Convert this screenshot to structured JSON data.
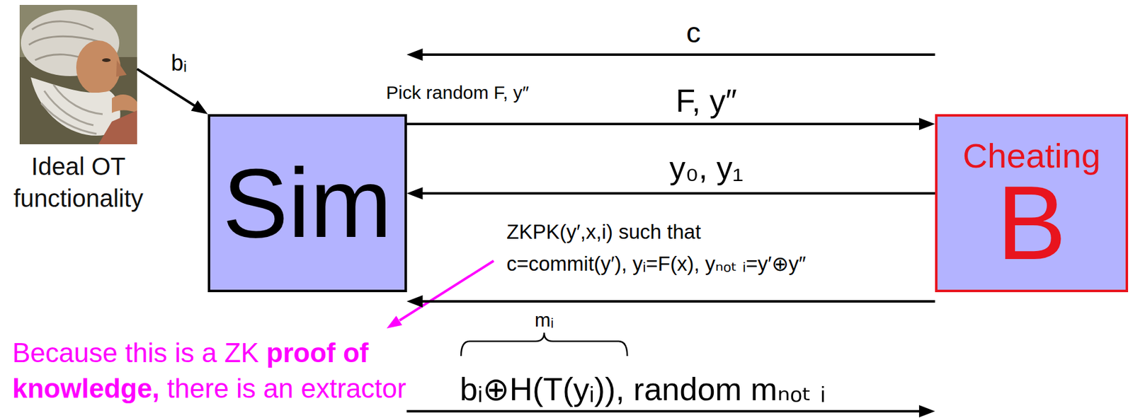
{
  "diagram": {
    "nodes": [
      {
        "text": [
          "Ideal OT functionality"
        ]
      },
      {
        "text": [
          "Sim"
        ]
      },
      {
        "text": [
          "Cheating",
          "B"
        ]
      }
    ],
    "edges": [
      {
        "from": 0,
        "to": 1,
        "arrow": "to",
        "label": "bᵢ"
      },
      {
        "from": 2,
        "to": 1,
        "arrow": "to",
        "label": "c"
      },
      {
        "from": 1,
        "to": 2,
        "arrow": "to",
        "label": "F, y″"
      },
      {
        "from": 2,
        "to": 1,
        "arrow": "to",
        "label": "y₀, y₁"
      },
      {
        "from": 2,
        "to": 1,
        "arrow": "to",
        "label": "ZKPK(y′,x,i) such that c=commit(y′), yᵢ=F(x), yₙₒₜ ᵢ=y′⊕y″"
      },
      {
        "from": 1,
        "to": 2,
        "arrow": "to",
        "label": "bᵢ⊕H(T(yᵢ)), random mₙₒₜ ᵢ"
      }
    ],
    "labels": [
      "Pick random F, y″",
      "mᵢ",
      "Because this is a ZK proof of knowledge, there is an extractor"
    ]
  }
}
